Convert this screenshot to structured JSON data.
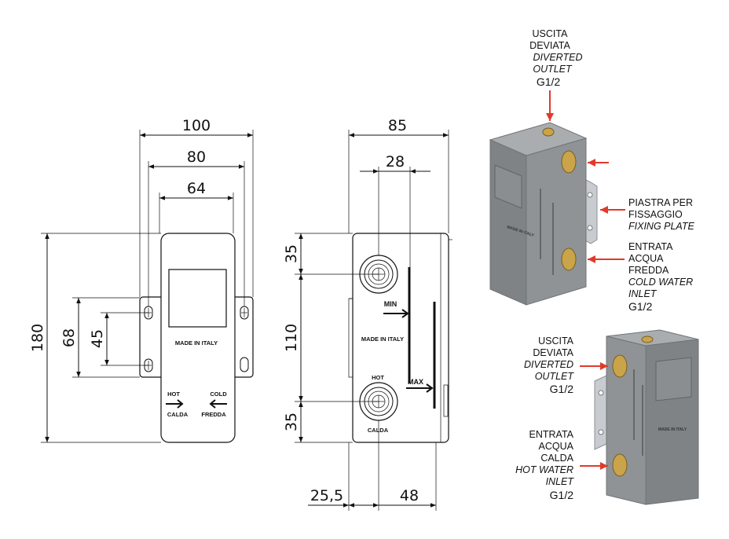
{
  "front_view": {
    "dimensions": [
      "100",
      "80",
      "64",
      "180",
      "68",
      "45"
    ],
    "made_in_italy": "MADE IN ITALY",
    "hot": "HOT",
    "calda": "CALDA",
    "cold": "COLD",
    "fredda": "FREDDA"
  },
  "side_view": {
    "dimensions": [
      "85",
      "28",
      "35",
      "110",
      "35",
      "25,5",
      "48"
    ],
    "min": "MIN",
    "max": "MAX",
    "made_in_italy": "MADE IN ITALY",
    "hot": "HOT",
    "calda": "CALDA"
  },
  "top_iso": {
    "outlet_label": [
      "USCITA",
      "DEVIATA",
      "DIVERTED",
      "OUTLET"
    ],
    "outlet_size": "G1/2",
    "plate_label": [
      "PIASTRA PER",
      "FISSAGGIO",
      "FIXING PLATE"
    ],
    "cold_label": [
      "ENTRATA",
      "ACQUA",
      "FREDDA",
      "COLD WATER",
      "INLET"
    ],
    "cold_size": "G1/2"
  },
  "bottom_iso": {
    "outlet_label": [
      "USCITA",
      "DEVIATA",
      "DIVERTED",
      "OUTLET"
    ],
    "outlet_size": "G1/2",
    "hot_label": [
      "ENTRATA",
      "ACQUA",
      "CALDA",
      "HOT WATER",
      "INLET"
    ],
    "hot_size": "G1/2"
  },
  "colors": {
    "body": "#8f9396",
    "brass": "#c9a44a",
    "arrow": "#e23a2a",
    "plate": "#c8ccd0"
  }
}
